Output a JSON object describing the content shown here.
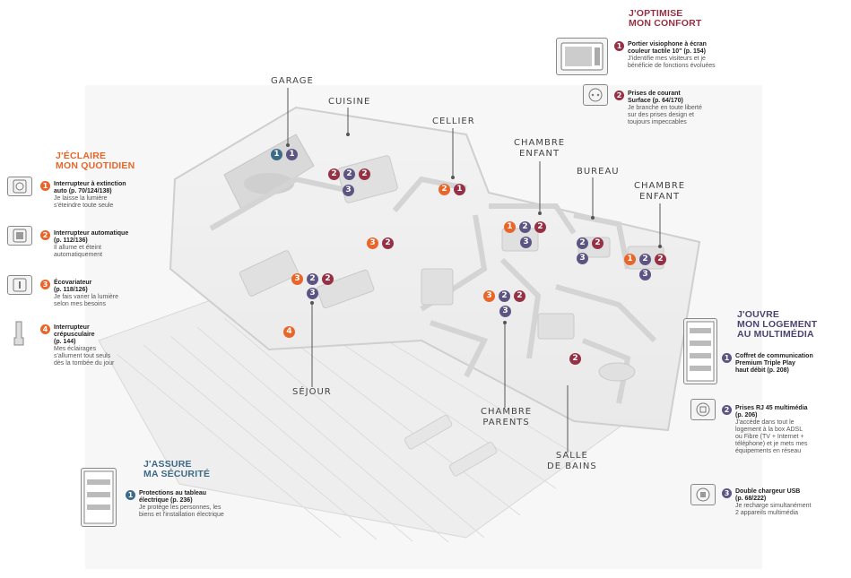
{
  "rooms": {
    "garage": "GARAGE",
    "cuisine": "CUISINE",
    "cellier": "CELLIER",
    "chambre_enfant_1": [
      "CHAMBRE",
      "ENFANT"
    ],
    "bureau": "BUREAU",
    "chambre_enfant_2": [
      "CHAMBRE",
      "ENFANT"
    ],
    "sejour": "SÉJOUR",
    "chambre_parents": [
      "CHAMBRE",
      "PARENTS"
    ],
    "salle_de_bains": [
      "SALLE",
      "DE BAINS"
    ]
  },
  "colors": {
    "eclaire": "#e8662a",
    "confort": "#963045",
    "multimedia": "#5c5483",
    "securite": "#3d6a86"
  },
  "eclaire": {
    "heading": [
      "J'ÉCLAIRE",
      "MON QUOTIDIEN"
    ],
    "items": [
      {
        "num": "1",
        "title": [
          "Interrupteur à extinction",
          "auto (p. 70/124/138)"
        ],
        "desc": [
          "Je laisse la lumière",
          "s'éteindre toute seule"
        ],
        "icon": "auto-switch-icon"
      },
      {
        "num": "2",
        "title": [
          "Interrupteur automatique",
          "(p. 112/136)"
        ],
        "desc": [
          "Il allume et éteint",
          "automatiquement"
        ],
        "icon": "motion-switch-icon"
      },
      {
        "num": "3",
        "title": [
          "Écovariateur",
          "(p. 118/126)"
        ],
        "desc": [
          "Je fais varier la lumière",
          "selon mes besoins"
        ],
        "icon": "dimmer-icon"
      },
      {
        "num": "4",
        "title": [
          "Interrupteur",
          "crépusculaire",
          "(p. 144)"
        ],
        "desc": [
          "Mes éclairages",
          "s'allument tout seuls",
          "dès la tombée du jour"
        ],
        "icon": "twilight-sensor-icon"
      }
    ]
  },
  "confort": {
    "heading": [
      "J'OPTIMISE",
      "MON CONFORT"
    ],
    "items": [
      {
        "num": "1",
        "title": [
          "Portier visiophone à écran",
          "couleur tactile 10'' (p. 154)"
        ],
        "desc": [
          "J'identifie mes visiteurs et je",
          "bénéficie de fonctions évoluées"
        ],
        "icon": "video-door-phone-icon"
      },
      {
        "num": "2",
        "title": [
          "Prises de courant",
          "Surface (p. 64/170)"
        ],
        "desc": [
          "Je branche en toute liberté",
          "sur des prises design et",
          "toujours impeccables"
        ],
        "icon": "power-socket-icon"
      }
    ]
  },
  "multimedia": {
    "heading": [
      "J'OUVRE",
      "MON LOGEMENT",
      "AU MULTIMÉDIA"
    ],
    "items": [
      {
        "num": "1",
        "title": [
          "Coffret de communication",
          "Premium Triple Play",
          "haut débit (p. 208)"
        ],
        "desc": [],
        "icon": "communication-box-icon"
      },
      {
        "num": "2",
        "title": [
          "Prises RJ 45 multimédia",
          "(p. 206)"
        ],
        "desc": [
          "J'accède dans tout le",
          "logement à la box ADSL",
          "ou Fibre (TV + Internet +",
          "téléphone) et je mets mes",
          "équipements en réseau"
        ],
        "icon": "rj45-socket-icon"
      },
      {
        "num": "3",
        "title": [
          "Double chargeur USB",
          "(p. 68/222)"
        ],
        "desc": [
          "Je recharge simultanément",
          "2 appareils multimédia"
        ],
        "icon": "usb-charger-icon"
      }
    ]
  },
  "securite": {
    "heading": [
      "J'ASSURE",
      "MA SÉCURITÉ"
    ],
    "items": [
      {
        "num": "1",
        "title": [
          "Protections au tableau",
          "électrique (p. 236)"
        ],
        "desc": [
          "Je protège les personnes, les",
          "biens et l'installation électrique"
        ],
        "icon": "electrical-panel-icon"
      }
    ]
  },
  "markers": {
    "garage": [
      {
        "t": "b",
        "n": "1"
      },
      {
        "t": "p",
        "n": "1"
      }
    ],
    "cuisine_row1": [
      {
        "t": "r",
        "n": "2"
      },
      {
        "t": "p",
        "n": "2"
      },
      {
        "t": "r",
        "n": "2"
      }
    ],
    "cuisine_row2": [
      {
        "t": "p",
        "n": "3"
      }
    ],
    "cellier": [
      {
        "t": "o",
        "n": "2"
      },
      {
        "t": "r",
        "n": "1"
      }
    ],
    "chambre1_row1": [
      {
        "t": "o",
        "n": "1"
      },
      {
        "t": "p",
        "n": "2"
      },
      {
        "t": "r",
        "n": "2"
      }
    ],
    "chambre1_row2": [
      {
        "t": "p",
        "n": "3"
      }
    ],
    "bureau_row1": [
      {
        "t": "p",
        "n": "2"
      },
      {
        "t": "r",
        "n": "2"
      }
    ],
    "bureau_row2": [
      {
        "t": "p",
        "n": "3"
      }
    ],
    "chambre2_row1": [
      {
        "t": "o",
        "n": "1"
      },
      {
        "t": "p",
        "n": "2"
      },
      {
        "t": "r",
        "n": "2"
      }
    ],
    "chambre2_row2": [
      {
        "t": "p",
        "n": "3"
      }
    ],
    "living_mid": [
      {
        "t": "o",
        "n": "3"
      },
      {
        "t": "r",
        "n": "2"
      }
    ],
    "sejour_row1": [
      {
        "t": "o",
        "n": "3"
      },
      {
        "t": "p",
        "n": "2"
      },
      {
        "t": "r",
        "n": "2"
      }
    ],
    "sejour_row2": [
      {
        "t": "p",
        "n": "3"
      }
    ],
    "terrace": [
      {
        "t": "o",
        "n": "4"
      }
    ],
    "parents_row1": [
      {
        "t": "o",
        "n": "3"
      },
      {
        "t": "p",
        "n": "2"
      },
      {
        "t": "r",
        "n": "2"
      }
    ],
    "parents_row2": [
      {
        "t": "p",
        "n": "3"
      }
    ],
    "bains": [
      {
        "t": "r",
        "n": "2"
      }
    ]
  }
}
